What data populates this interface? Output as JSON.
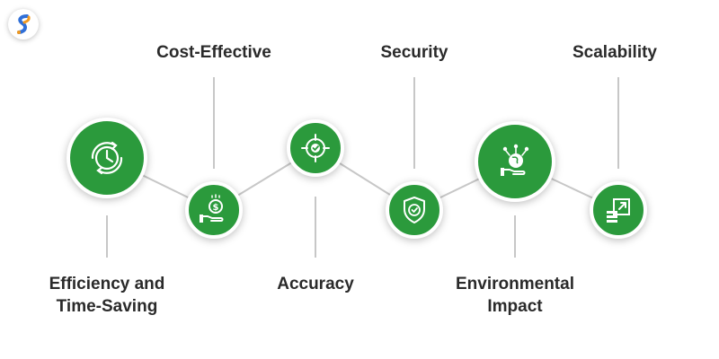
{
  "colors": {
    "accent": "#2b9a3c",
    "connector": "#c7c7c7",
    "text": "#2a2a2a",
    "logo_blue": "#2f6fd8",
    "logo_orange": "#f29a1f"
  },
  "logo": {
    "icon": "brand-s-logo-icon"
  },
  "benefits": [
    {
      "label": "Efficiency and",
      "label_line2": "Time-Saving",
      "icon": "clock-arrows-icon"
    },
    {
      "label": "Cost-Effective",
      "icon": "money-hand-icon"
    },
    {
      "label": "Accuracy",
      "icon": "target-check-icon"
    },
    {
      "label": "Security",
      "icon": "shield-check-icon"
    },
    {
      "label": "Environmental",
      "label_line2": "Impact",
      "icon": "globe-hand-icon"
    },
    {
      "label": "Scalability",
      "icon": "scale-up-icon"
    }
  ]
}
